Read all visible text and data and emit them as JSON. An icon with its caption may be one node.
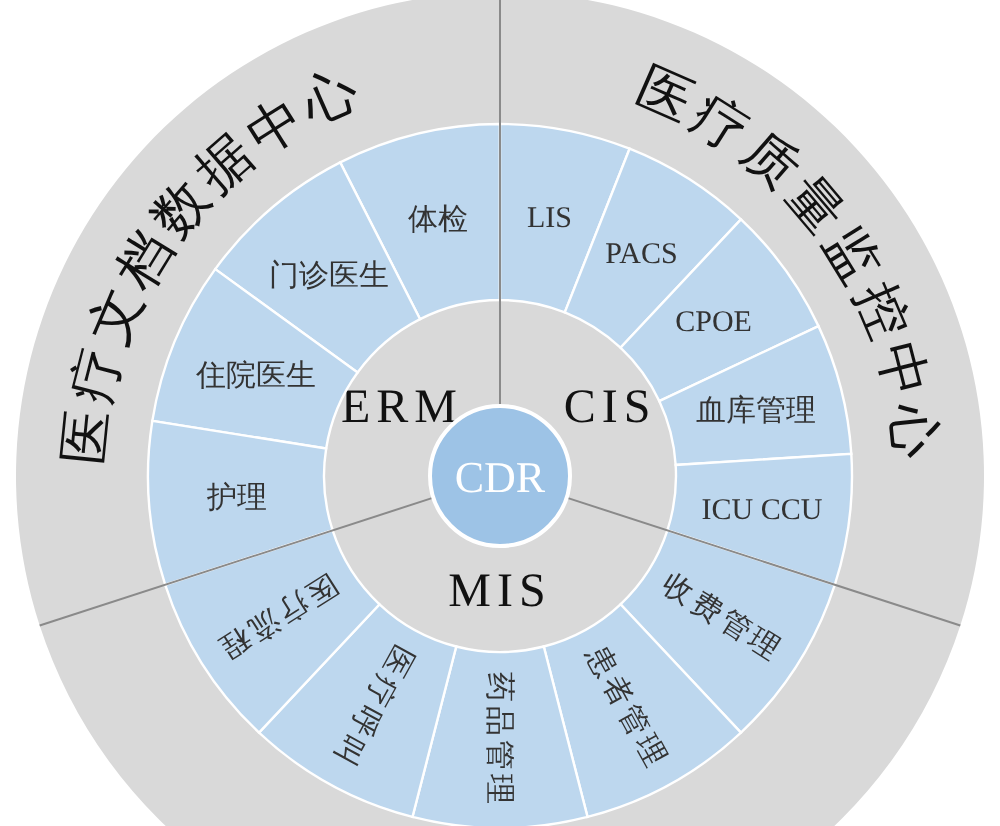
{
  "diagram": {
    "nodes": [
      {
        "text": [
          "医疗文档数据中心"
        ]
      },
      {
        "text": [
          "医疗质量监控中心"
        ]
      },
      {
        "text": [],
        "shape": "band"
      },
      {
        "text": [
          "ERM"
        ]
      },
      {
        "text": [
          "CIS"
        ]
      },
      {
        "text": [
          "MIS"
        ]
      },
      {
        "text": [
          "CDR"
        ]
      },
      {
        "text": [
          "体检"
        ]
      },
      {
        "text": [
          "门诊医生"
        ]
      },
      {
        "text": [
          "住院医生"
        ]
      },
      {
        "text": [
          "护理"
        ]
      },
      {
        "text": [
          "LIS"
        ]
      },
      {
        "text": [
          "PACS"
        ]
      },
      {
        "text": [
          "CPOE"
        ]
      },
      {
        "text": [
          "血库管理"
        ]
      },
      {
        "text": [
          "ICU CCU"
        ]
      },
      {
        "text": [
          "收费管理"
        ]
      },
      {
        "text": [
          "患者管理"
        ]
      },
      {
        "text": [
          "药品管理"
        ]
      },
      {
        "text": [
          "医疗呼叫"
        ]
      },
      {
        "text": [
          "医疗流程"
        ]
      }
    ]
  }
}
